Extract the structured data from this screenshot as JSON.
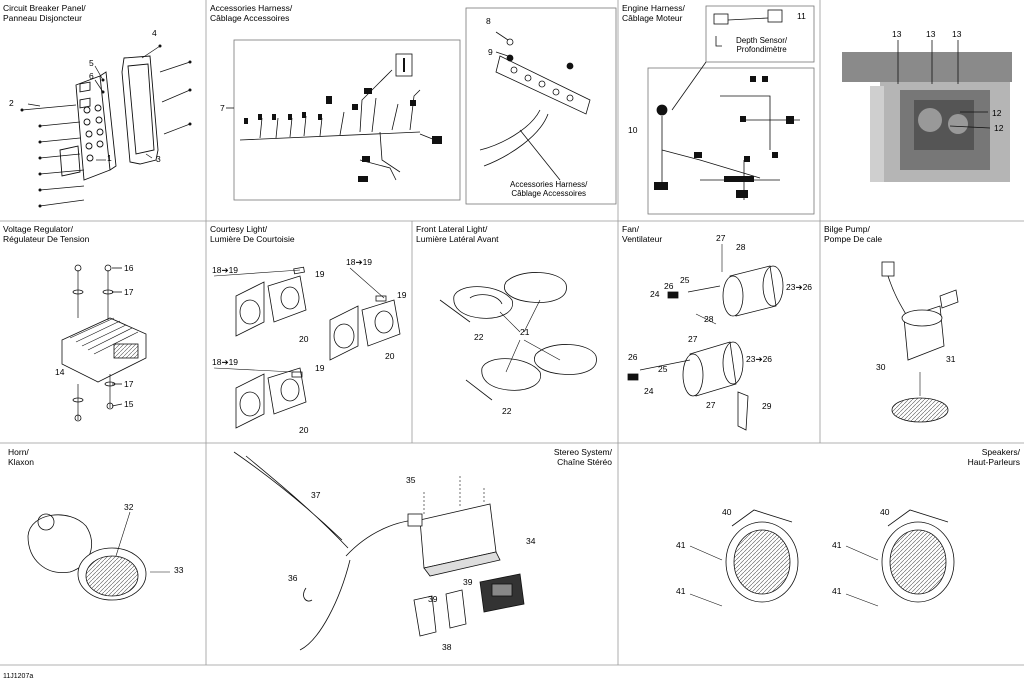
{
  "panels": {
    "circuit_breaker": {
      "title1": "Circuit Breaker Panel/",
      "title2": "Panneau Disjoncteur",
      "parts": [
        "1",
        "2",
        "3",
        "4",
        "5",
        "6"
      ]
    },
    "accessories_harness": {
      "title1": "Accessories Harness/",
      "title2": "Câblage Accessoires",
      "parts": [
        "7",
        "8",
        "9"
      ],
      "callout1": "Accessories Harness/",
      "callout2": "Câblage Accessoires"
    },
    "engine_harness": {
      "title1": "Engine Harness/",
      "title2": "Câblage Moteur",
      "parts": [
        "10",
        "11"
      ],
      "callout1": "Depth Sensor/",
      "callout2": "Profondimètre"
    },
    "engine_photo": {
      "parts": [
        "12",
        "12",
        "13",
        "13",
        "13"
      ]
    },
    "voltage_regulator": {
      "title1": "Voltage Regulator/",
      "title2": "Régulateur De Tension",
      "parts": [
        "14",
        "15",
        "16",
        "17",
        "17"
      ]
    },
    "courtesy_light": {
      "title1": "Courtesy Light/",
      "title2": "Lumière De Courtoisie",
      "parts": [
        "18➔19",
        "19",
        "20",
        "18➔19",
        "19",
        "20",
        "18➔19",
        "19",
        "20"
      ]
    },
    "front_lateral_light": {
      "title1": "Front Lateral Light/",
      "title2": "Lumière Latéral Avant",
      "parts": [
        "21",
        "22",
        "22"
      ]
    },
    "fan": {
      "title1": "Fan/",
      "title2": "Ventilateur",
      "parts": [
        "23➔26",
        "23➔26",
        "24",
        "24",
        "25",
        "25",
        "26",
        "26",
        "27",
        "27",
        "27",
        "28",
        "28",
        "29"
      ]
    },
    "bilge_pump": {
      "title1": "Bilge Pump/",
      "title2": "Pompe De cale",
      "parts": [
        "30",
        "31"
      ]
    },
    "horn": {
      "title1": "Horn/",
      "title2": "Klaxon",
      "parts": [
        "32",
        "33"
      ]
    },
    "stereo": {
      "title1": "Stereo System/",
      "title2": "Chaîne  Stéréo",
      "parts": [
        "34",
        "35",
        "36",
        "37",
        "38",
        "39",
        "39"
      ]
    },
    "speakers": {
      "title1": "Speakers/",
      "title2": "Haut-Parleurs",
      "parts": [
        "40",
        "40",
        "41",
        "41",
        "41",
        "41"
      ]
    }
  },
  "drawing_code": "11J1207a"
}
